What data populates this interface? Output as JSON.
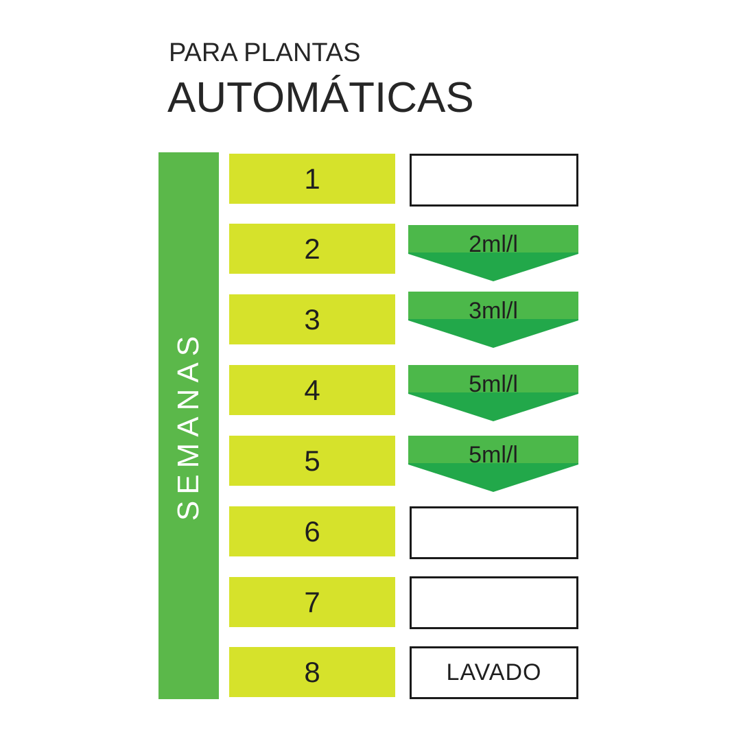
{
  "header": {
    "subtitle": "PARA PLANTAS",
    "title": "AUTOMÁTICAS"
  },
  "sidebar": {
    "label": "SEMANAS"
  },
  "weeks": [
    {
      "number": "1",
      "dose": ""
    },
    {
      "number": "2",
      "dose": "2ml/l"
    },
    {
      "number": "3",
      "dose": "3ml/l"
    },
    {
      "number": "4",
      "dose": "5ml/l"
    },
    {
      "number": "5",
      "dose": "5ml/l"
    },
    {
      "number": "6",
      "dose": ""
    },
    {
      "number": "7",
      "dose": ""
    },
    {
      "number": "8",
      "dose": "LAVADO"
    }
  ],
  "colors": {
    "sidebar_green": "#5bb84a",
    "week_yellow": "#d6e22b",
    "dose_green_top": "#4cb84a",
    "dose_green_bottom": "#22a84a"
  }
}
